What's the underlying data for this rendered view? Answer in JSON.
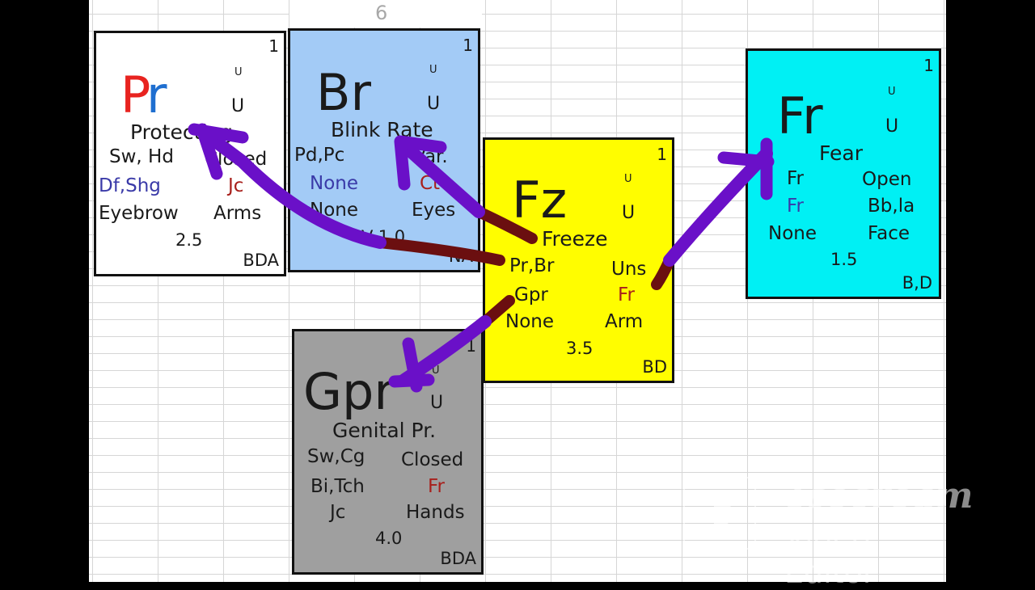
{
  "column_number": "6",
  "cards": {
    "pr": {
      "index": "1",
      "symbol_p": "P",
      "symbol_r": "r",
      "small_u": "U",
      "big_u": "U",
      "name": "Protecting",
      "row1_left": "Sw, Hd",
      "row1_right": "Closed",
      "row2_left": "Df,Shg",
      "row2_right": "Jc",
      "row3_left": "Eyebrow",
      "row3_right": "Arms",
      "value": "2.5",
      "footer": "BDA"
    },
    "br": {
      "index": "1",
      "symbol": "Br",
      "small_u": "U",
      "big_u": "U",
      "name": "Blink Rate",
      "row1_left": "Pd,Pc",
      "row1_right": "Var.",
      "row2_left": "None",
      "row2_right": "Ct",
      "row3_left": "None",
      "row3_right": "Eyes",
      "value": "V-1.0",
      "footer": "NA"
    },
    "fz": {
      "index": "1",
      "symbol": "Fz",
      "small_u": "U",
      "big_u": "U",
      "name": "Freeze",
      "row1_left": "Pr,Br",
      "row1_right": "Uns",
      "row2_left": "Gpr",
      "row2_right": "Fr",
      "row3_left": "None",
      "row3_right": "Arm",
      "value": "3.5",
      "footer": "BD"
    },
    "fr": {
      "index": "1",
      "symbol": "Fr",
      "small_u": "U",
      "big_u": "U",
      "name": "Fear",
      "row1_left": "Fr",
      "row1_right": "Open",
      "row2_left": "Fr",
      "row2_right": "Bb,la",
      "row3_left": "None",
      "row3_right": "Face",
      "value": "1.5",
      "footer": "B,D"
    },
    "gpr": {
      "index": "1",
      "symbol": "Gpr",
      "small_u": "U",
      "big_u": "U",
      "name": "Genital Pr.",
      "row1_left": "Sw,Cg",
      "row1_right": "Closed",
      "row2_left": "Bi,Tch",
      "row2_right": "Fr",
      "row3_left": "Jc",
      "row3_right": "Hands",
      "value": "4.0",
      "footer": "BDA"
    }
  },
  "watermark": {
    "brand": "Icecream",
    "subtitle": "Video Editor"
  },
  "colors": {
    "blue_text": "#3a3aa8",
    "red_text": "#a8201c",
    "red_symbol": "#e8231f",
    "blue_symbol": "#1f6fd0",
    "arrow_purple": "#6a10c8",
    "arrow_maroon": "#6b0f10"
  }
}
